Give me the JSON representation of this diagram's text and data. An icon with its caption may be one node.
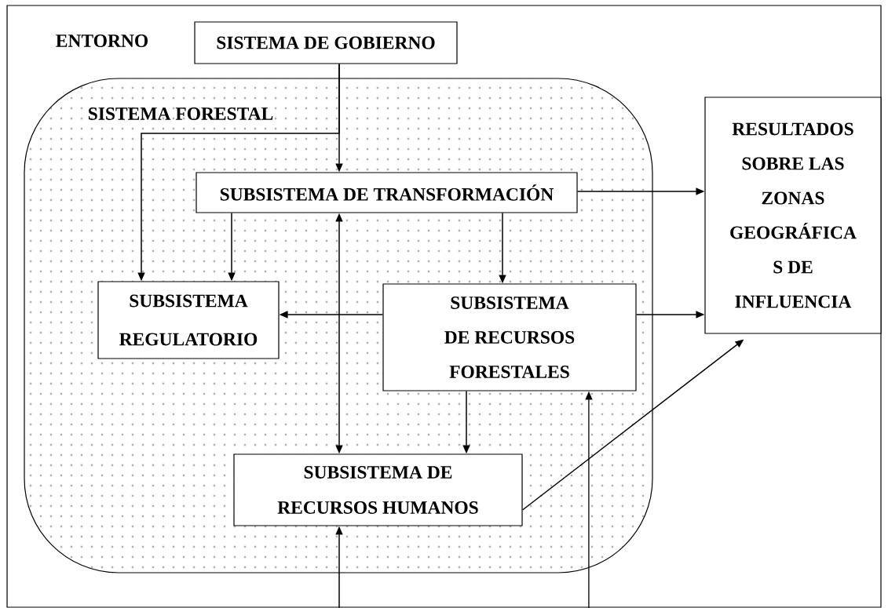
{
  "diagram": {
    "nodes": [
      {
        "text": [
          "ENTORNO"
        ]
      },
      {
        "text": [
          "SISTEMA DE GOBIERNO"
        ],
        "in": 0
      },
      {
        "text": [
          "SISTEMA FORESTAL"
        ],
        "in": 0
      },
      {
        "text": [
          "SUBSISTEMA DE TRANSFORMACIÓN"
        ],
        "in": 2
      },
      {
        "text": [
          "SUBSISTEMA REGULATORIO"
        ],
        "in": 2
      },
      {
        "text": [
          "SUBSISTEMA DE RECURSOS FORESTALES"
        ],
        "in": 2
      },
      {
        "text": [
          "SUBSISTEMA DE RECURSOS HUMANOS"
        ],
        "in": 2
      },
      {
        "text": [
          "RESULTADOS SOBRE LAS ZONAS GEOGRÁFICA S DE INFLUENCIA"
        ],
        "in": 0
      }
    ],
    "edges": [
      {
        "from": 1,
        "to": 3,
        "arrow": "to"
      },
      {
        "from": 1,
        "to": 4,
        "arrow": "to"
      },
      {
        "from": 3,
        "to": 4,
        "arrow": "to"
      },
      {
        "from": 3,
        "to": 5,
        "arrow": "to"
      },
      {
        "from": 3,
        "to": 7,
        "arrow": "to"
      },
      {
        "from": 3,
        "to": 6,
        "arrow": "both"
      },
      {
        "from": 5,
        "to": 4,
        "arrow": "to"
      },
      {
        "from": 5,
        "to": 7,
        "arrow": "to"
      },
      {
        "from": 5,
        "to": 6,
        "arrow": "to"
      },
      {
        "from": 6,
        "to": 7,
        "arrow": "to"
      },
      {
        "from": null,
        "to": 6,
        "arrow": "to"
      },
      {
        "from": null,
        "to": 5,
        "arrow": "to"
      }
    ]
  }
}
